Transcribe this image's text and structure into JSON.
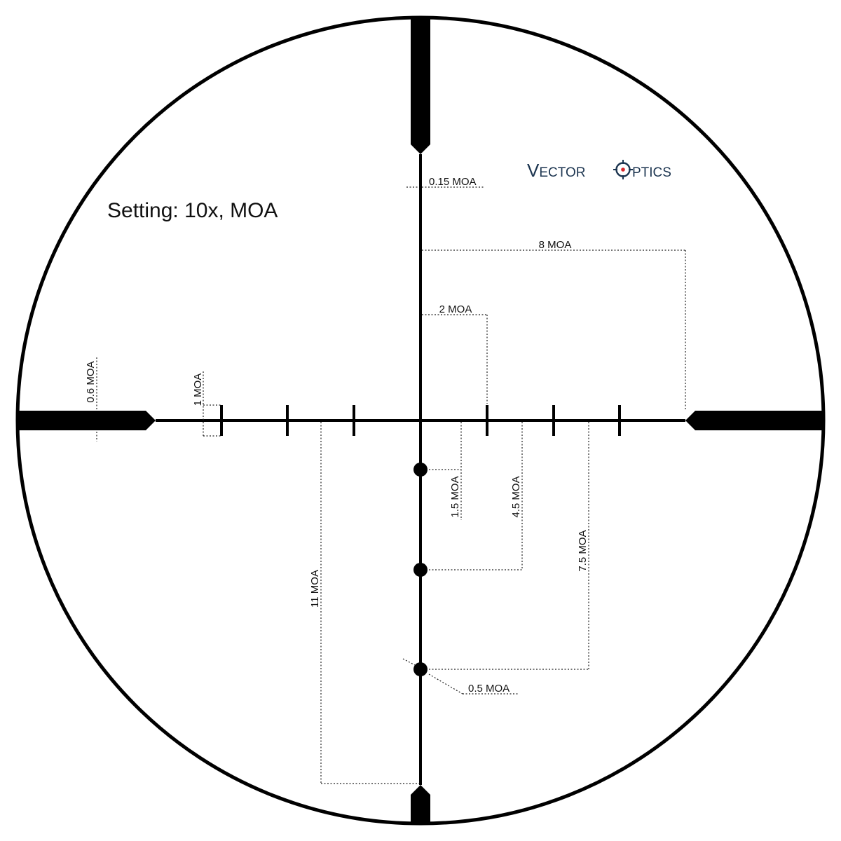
{
  "setting_text": "Setting: 10x, MOA",
  "brand": {
    "word1_first": "V",
    "word1_rest": "ECTOR",
    "word2_first": "O",
    "word2_rest": "PTICS",
    "text_color": "#1c3550",
    "dot_color": "#d9262b"
  },
  "dimensions": {
    "center_line": "0.15 MOA",
    "right_post_gap": "8 MOA",
    "tick_spacing": "2 MOA",
    "post_thickness": "0.6 MOA",
    "tick_height": "1 MOA",
    "dot1_drop": "1.5 MOA",
    "dot2_drop": "4.5 MOA",
    "dot3_drop": "7.5 MOA",
    "bottom_post_gap": "11 MOA",
    "dot_size": "0.5 MOA"
  }
}
